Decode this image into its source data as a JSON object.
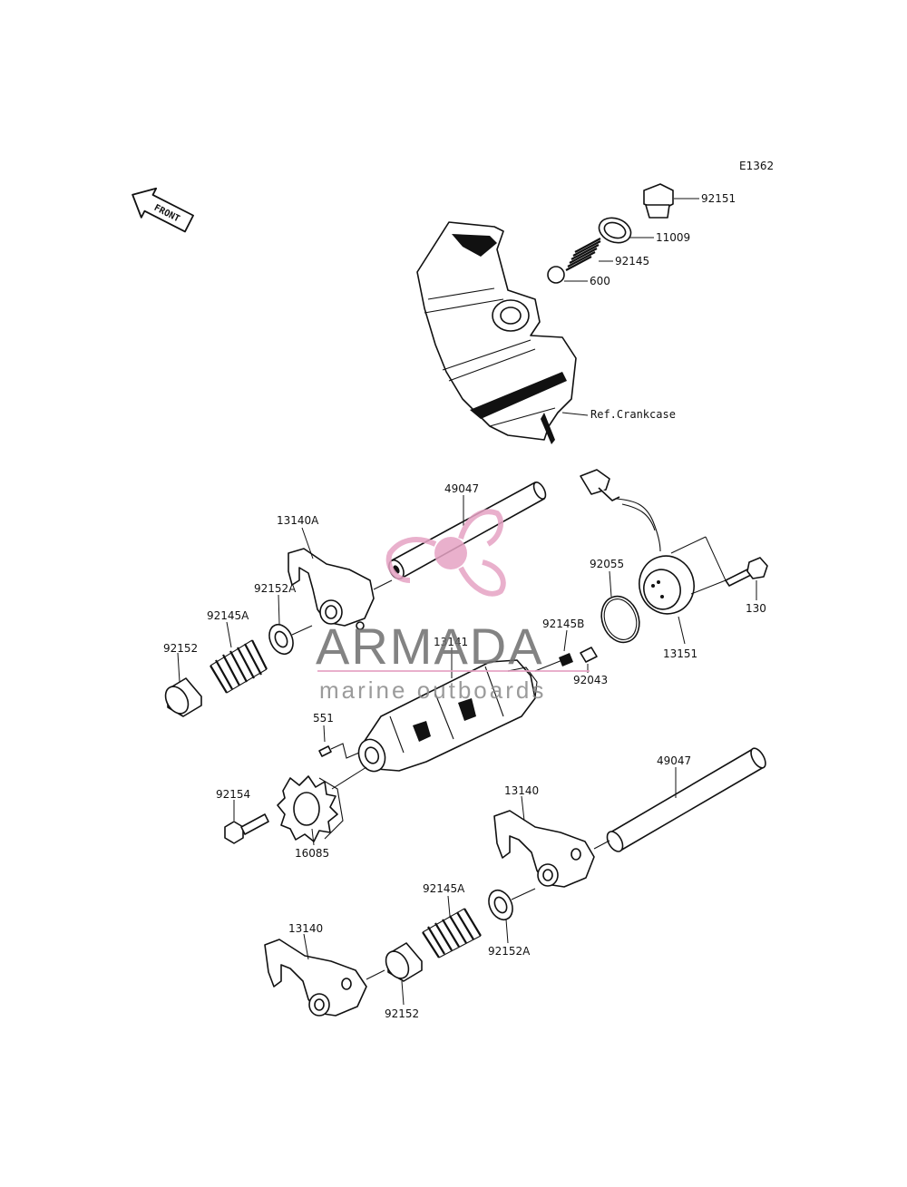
{
  "diagram_code": "E1362",
  "front_label": "FRONT",
  "watermark": {
    "brand": "ARMADA",
    "tagline": "marine outboards",
    "brand_color": "#6e6e6e",
    "logo_color": "#e6a3c4"
  },
  "ref_label": "Ref.Crankcase",
  "parts": {
    "p92151": "92151",
    "p11009": "11009",
    "p92145": "92145",
    "p600": "600",
    "p49047_top": "49047",
    "p13140A": "13140A",
    "p92152A_top": "92152A",
    "p92145A_top": "92145A",
    "p92152_top": "92152",
    "p92055": "92055",
    "p130": "130",
    "p13151": "13151",
    "p92145B": "92145B",
    "p13141": "13141",
    "p92043": "92043",
    "p551": "551",
    "p92154": "92154",
    "p16085": "16085",
    "p49047_bottom": "49047",
    "p13140_mid": "13140",
    "p92145A_bottom": "92145A",
    "p92152A_bottom": "92152A",
    "p13140_bottom": "13140",
    "p92152_bottom": "92152"
  }
}
